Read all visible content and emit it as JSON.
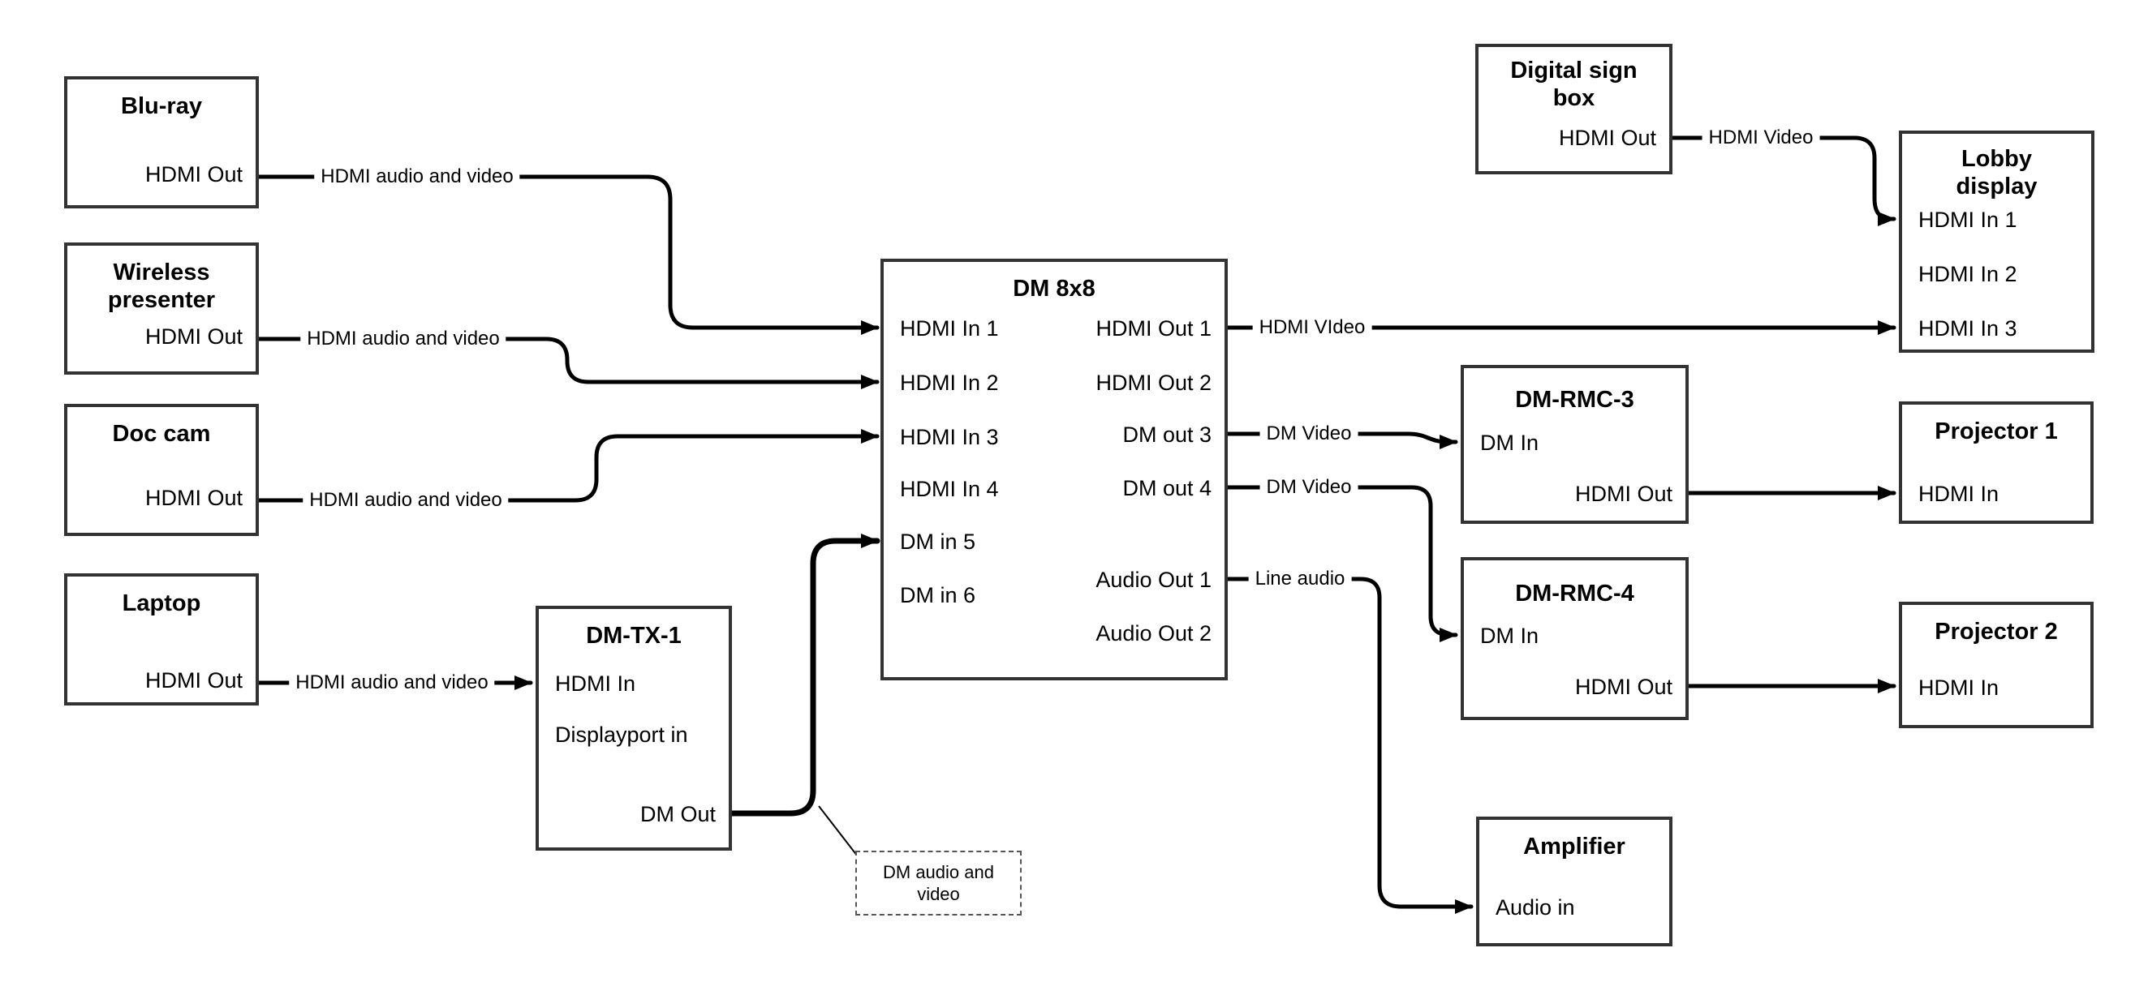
{
  "diagram": {
    "background_color": "#ffffff",
    "wire_color": "#000000",
    "box_border_color": "#333333"
  },
  "nodes": {
    "bluray": {
      "title": "Blu-ray",
      "port_hdmi_out": "HDMI Out"
    },
    "wireless": {
      "title": "Wireless\npresenter",
      "port_hdmi_out": "HDMI Out"
    },
    "doc_cam": {
      "title": "Doc cam",
      "port_hdmi_out": "HDMI Out"
    },
    "laptop": {
      "title": "Laptop",
      "port_hdmi_out": "HDMI Out"
    },
    "dm_tx_1": {
      "title": "DM-TX-1",
      "port_hdmi_in": "HDMI In",
      "port_displayport_in": "Displayport in",
      "port_dm_out": "DM Out"
    },
    "dm_8x8": {
      "title": "DM 8x8",
      "port_hdmi_in_1": "HDMI In 1",
      "port_hdmi_in_2": "HDMI In 2",
      "port_hdmi_in_3": "HDMI In 3",
      "port_hdmi_in_4": "HDMI In 4",
      "port_dm_in_5": "DM in 5",
      "port_dm_in_6": "DM in 6",
      "port_hdmi_out_1": "HDMI Out 1",
      "port_hdmi_out_2": "HDMI Out 2",
      "port_dm_out_3": "DM out 3",
      "port_dm_out_4": "DM out 4",
      "port_audio_out_1": "Audio Out 1",
      "port_audio_out_2": "Audio Out 2"
    },
    "digital_sign_box": {
      "title": "Digital sign\nbox",
      "port_hdmi_out": "HDMI Out"
    },
    "lobby_display": {
      "title": "Lobby\ndisplay",
      "port_hdmi_in_1": "HDMI In 1",
      "port_hdmi_in_2": "HDMI In 2",
      "port_hdmi_in_3": "HDMI In 3"
    },
    "dm_rmc_3": {
      "title": "DM-RMC-3",
      "port_dm_in": "DM In",
      "port_hdmi_out": "HDMI Out"
    },
    "projector_1": {
      "title": "Projector 1",
      "port_hdmi_in": "HDMI In"
    },
    "dm_rmc_4": {
      "title": "DM-RMC-4",
      "port_dm_in": "DM In",
      "port_hdmi_out": "HDMI Out"
    },
    "projector_2": {
      "title": "Projector 2",
      "port_hdmi_in": "HDMI In"
    },
    "amplifier": {
      "title": "Amplifier",
      "port_audio_in": "Audio in"
    }
  },
  "connections": {
    "bluray_to_dm8x8": {
      "label": "HDMI audio and video",
      "from": "Blu-ray HDMI Out",
      "to": "DM 8x8 HDMI In 1"
    },
    "wireless_to_dm8x8": {
      "label": "HDMI audio and video",
      "from": "Wireless presenter HDMI Out",
      "to": "DM 8x8 HDMI In 2"
    },
    "doccam_to_dm8x8": {
      "label": "HDMI audio and video",
      "from": "Doc cam HDMI Out",
      "to": "DM 8x8 HDMI In 3"
    },
    "laptop_to_dmtx1": {
      "label": "HDMI audio and video",
      "from": "Laptop HDMI Out",
      "to": "DM-TX-1 HDMI In"
    },
    "dmtx1_to_dm8x8": {
      "label": "",
      "from": "DM-TX-1 DM Out",
      "to": "DM 8x8 DM in 5"
    },
    "hdmiout1_to_lobby": {
      "label": "HDMI VIdeo",
      "from": "DM 8x8 HDMI Out 1",
      "to": "Lobby display HDMI In 3"
    },
    "dmout3_to_rmc3": {
      "label": "DM Video",
      "from": "DM 8x8 DM out 3",
      "to": "DM-RMC-3 DM In"
    },
    "dmout4_to_rmc4": {
      "label": "DM Video",
      "from": "DM 8x8 DM out 4",
      "to": "DM-RMC-4 DM In"
    },
    "audioout1_to_amp": {
      "label": "Line audio",
      "from": "DM 8x8 Audio Out 1",
      "to": "Amplifier Audio in"
    },
    "digitalsign_to_lobby": {
      "label": "HDMI Video",
      "from": "Digital sign box HDMI Out",
      "to": "Lobby display HDMI In 1"
    },
    "rmc3_to_proj1": {
      "label": "",
      "from": "DM-RMC-3 HDMI Out",
      "to": "Projector 1 HDMI In"
    },
    "rmc4_to_proj2": {
      "label": "",
      "from": "DM-RMC-4 HDMI Out",
      "to": "Projector 2 HDMI In"
    }
  },
  "annotation": {
    "dm_out_note": "DM audio and\nvideo"
  }
}
